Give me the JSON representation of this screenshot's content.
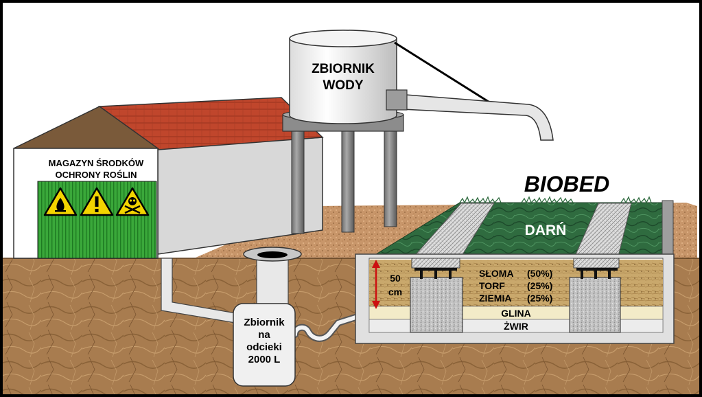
{
  "title": "BIOBED",
  "warehouse": {
    "label_line1": "MAGAZYN ŚRODKÓW",
    "label_line2": "OCHRONY ROŚLIN",
    "hazard_icons": [
      "flame-warning-icon",
      "exclamation-warning-icon",
      "skull-warning-icon"
    ]
  },
  "water_tank": {
    "label_line1": "ZBIORNIK",
    "label_line2": "WODY"
  },
  "leachate_tank": {
    "line1": "Zbiornik",
    "line2": "na",
    "line3": "odcieki",
    "line4": "2000 L"
  },
  "biobed": {
    "turf": "DARŃ",
    "depth_value": "50",
    "depth_unit": "cm",
    "layers": {
      "straw_name": "SŁOMA",
      "straw_pct": "(50%)",
      "peat_name": "TORF",
      "peat_pct": "(25%)",
      "soil_name": "ZIEMIA",
      "soil_pct": "(25%)",
      "clay": "GLINA",
      "gravel": "ŻWIR"
    }
  },
  "colors": {
    "background": "#ffffff",
    "frame": "#000000",
    "soil": "#a87c4f",
    "gravel_surface": "#c8966a",
    "roof": "#c0462c",
    "door": "#3aa83a",
    "turf": "#2f6b3f",
    "hazard": "#f3d400",
    "depth_arrow": "#cc1010"
  }
}
